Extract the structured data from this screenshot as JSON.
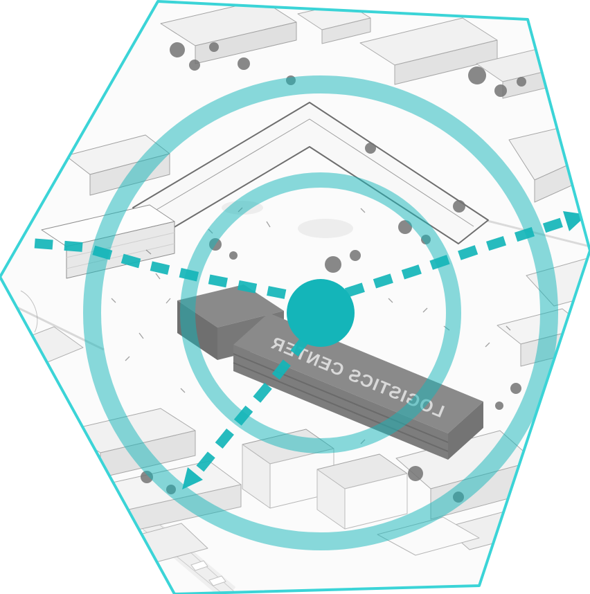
{
  "diagram": {
    "building_label": "LOGISTICS CENTER",
    "colors": {
      "accent": "#14b5b9",
      "accent_border": "#3bd4d7",
      "building": "#8a8a8a"
    },
    "elements": {
      "center_node": "site-focal-circle",
      "rings": [
        "inner-radius-ring",
        "outer-radius-ring"
      ],
      "arrows": [
        "west-flow-arrow",
        "northeast-flow-arrow",
        "southwest-flow-arrow"
      ],
      "map": "grayscale-axonometric-city-model"
    }
  }
}
